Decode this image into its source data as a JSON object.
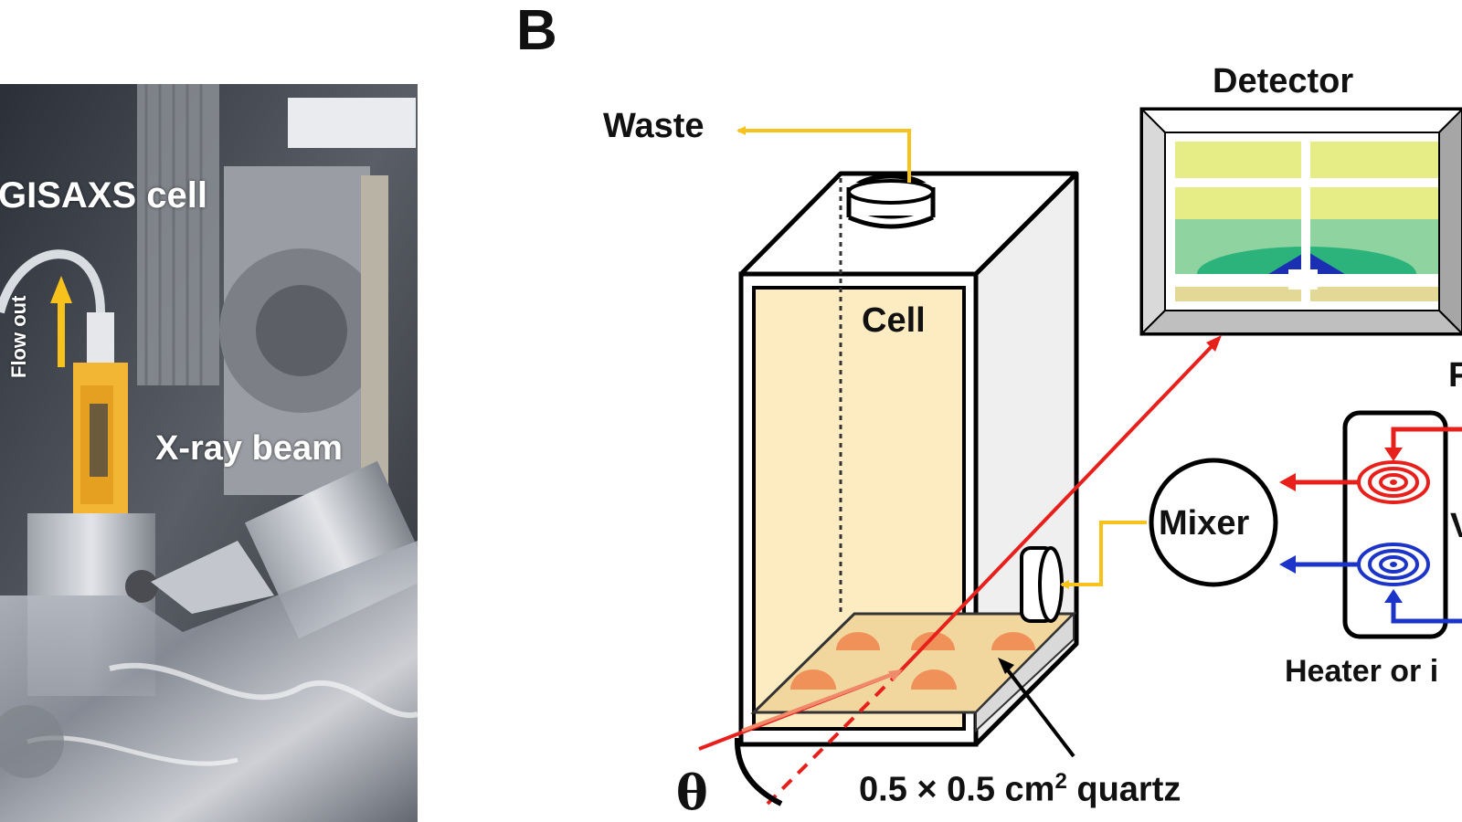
{
  "panel_b_letter": "B",
  "photo": {
    "label_cell": "GISAXS cell",
    "label_flow": "Flow out",
    "label_beam": "X-ray beam"
  },
  "diagram": {
    "waste": "Waste",
    "detector": "Detector",
    "cell": "Cell",
    "mixer": "Mixer",
    "heater": "Heater or i",
    "quartz_prefix": "0.5 × 0.5 cm",
    "quartz_sup": "2",
    "quartz_suffix": " quartz",
    "theta": "θ",
    "cut_right_1": "F",
    "cut_right_2": "V"
  },
  "colors": {
    "cell_fill": "#fdebc2",
    "beam_red": "#e8201c",
    "flow_yellow": "#f7c21c",
    "hot": "#e8201c",
    "cold": "#1c35c8",
    "particle": "#f0915a"
  }
}
